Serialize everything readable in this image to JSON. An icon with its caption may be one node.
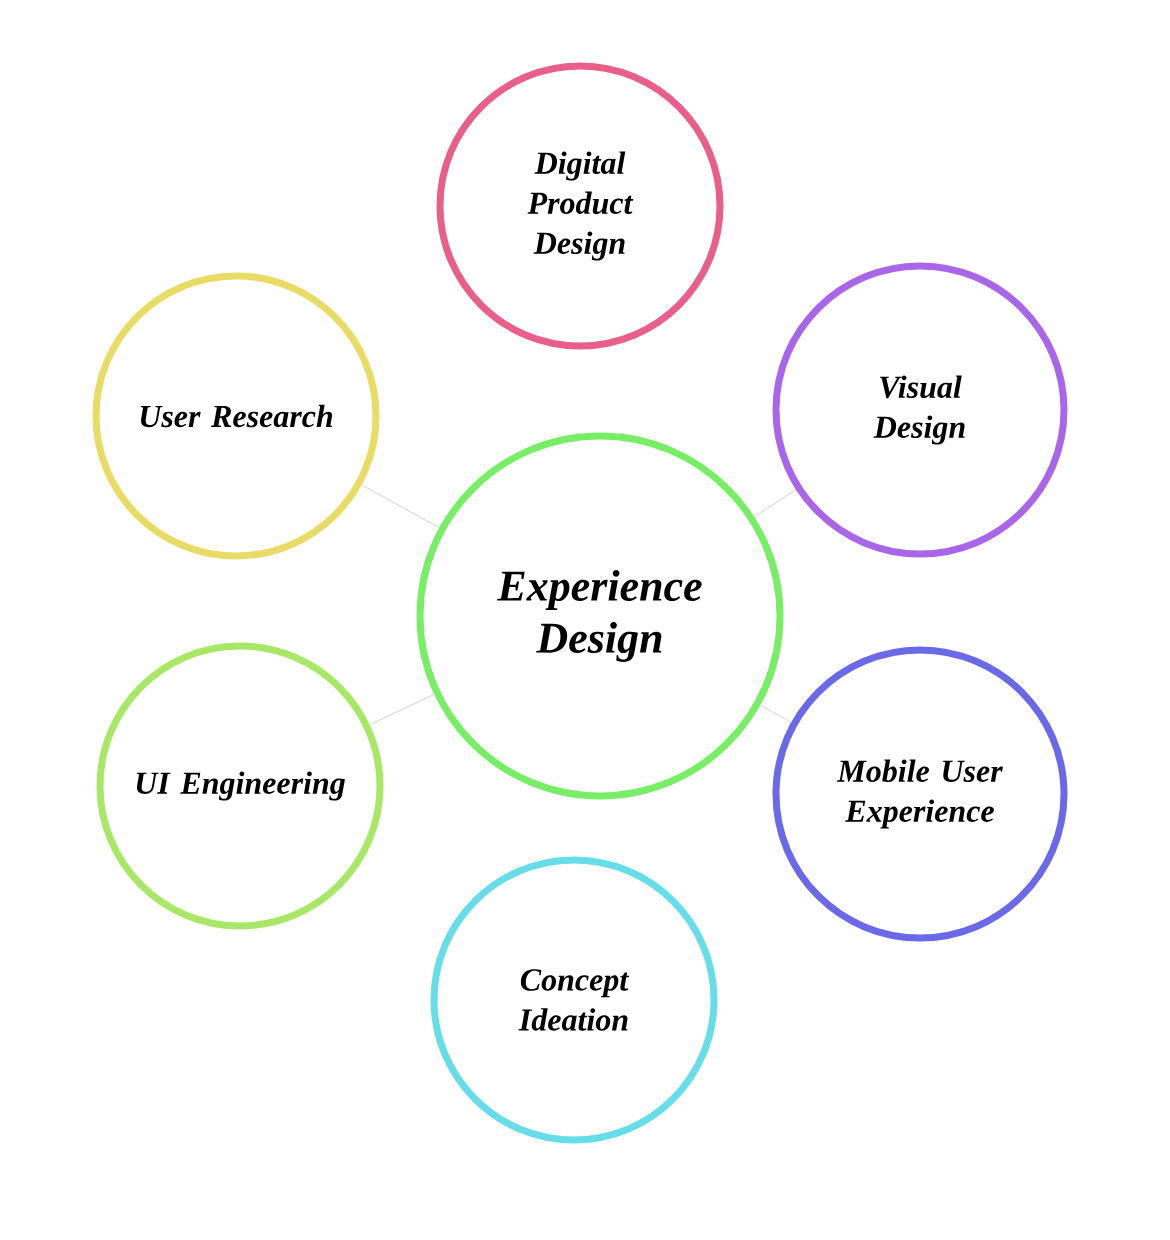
{
  "diagram": {
    "nodes": [
      {
        "text": [
          "Experience Design"
        ]
      },
      {
        "text": [
          "Digital Product Design"
        ]
      },
      {
        "text": [
          "Visual Design"
        ]
      },
      {
        "text": [
          "User Research"
        ]
      },
      {
        "text": [
          "UI Engineering"
        ]
      },
      {
        "text": [
          "Mobile User Experience"
        ]
      },
      {
        "text": [
          "Concept Ideation"
        ]
      }
    ],
    "edges": [
      {
        "from": 0,
        "to": 3,
        "arrow": "none",
        "color": "#dddddd"
      },
      {
        "from": 0,
        "to": 2,
        "arrow": "none",
        "color": "#dddddd"
      },
      {
        "from": 0,
        "to": 4,
        "arrow": "none",
        "color": "#dddddd"
      },
      {
        "from": 0,
        "to": 5,
        "arrow": "none",
        "color": "#dddddd"
      }
    ]
  }
}
